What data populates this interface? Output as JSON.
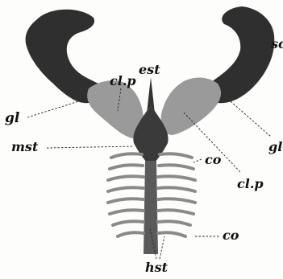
{
  "figure": {
    "labels": {
      "sc": "sc",
      "est": "est",
      "cl_p_left": "cl.p",
      "gl_left": "gl",
      "gl_right": "gl",
      "mst": "mst",
      "co_upper": "co",
      "cl_p_right": "cl.p",
      "co_lower": "co",
      "hst": "hst"
    },
    "colors": {
      "scapula": "#2f2f2f",
      "clavicle_process": "#9a9a9a",
      "sternum": "#3a3a3a",
      "rib": "#8a8a8a",
      "ink": "#111111"
    }
  }
}
